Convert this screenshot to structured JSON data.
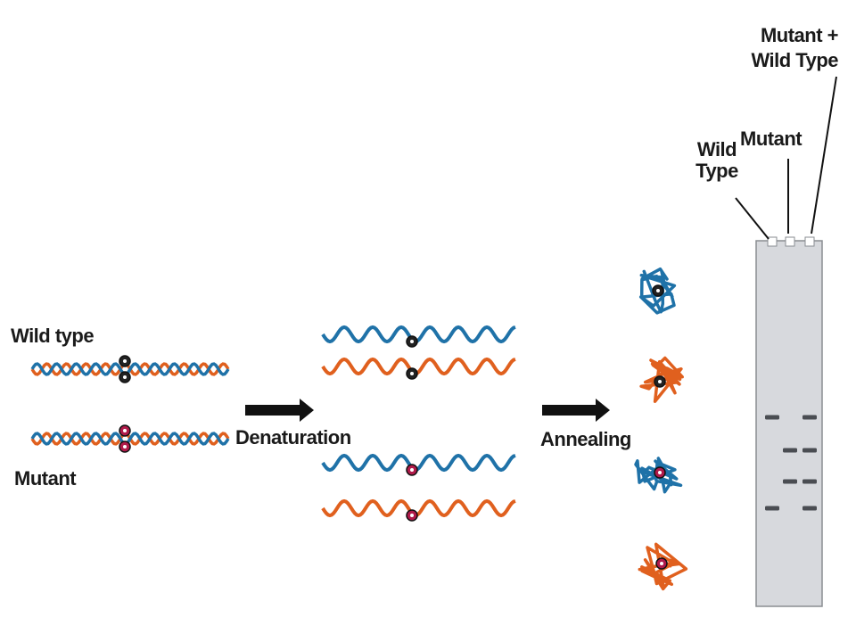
{
  "labels": {
    "wild_type": "Wild type",
    "mutant": "Mutant",
    "denaturation": "Denaturation",
    "annealing": "Annealing",
    "gel_wild_type_line1": "Wild",
    "gel_wild_type_line2": "Type",
    "gel_mutant": "Mutant",
    "gel_mix_line1": "Mutant +",
    "gel_mix_line2": "Wild Type"
  },
  "colors": {
    "blue_strand": "#1f72a8",
    "orange_strand": "#e0601e",
    "wild_type_base": "#222222",
    "mutant_base": "#b01a4a",
    "gel": "#d7d9dd",
    "band": "#4a4d52",
    "arrow": "#111111"
  },
  "gel_lanes": [
    {
      "name": "Wild Type",
      "bands": [
        1,
        4
      ]
    },
    {
      "name": "Mutant",
      "bands": [
        2,
        3
      ]
    },
    {
      "name": "Mutant + Wild Type",
      "bands": [
        1,
        2,
        3,
        4
      ]
    }
  ]
}
